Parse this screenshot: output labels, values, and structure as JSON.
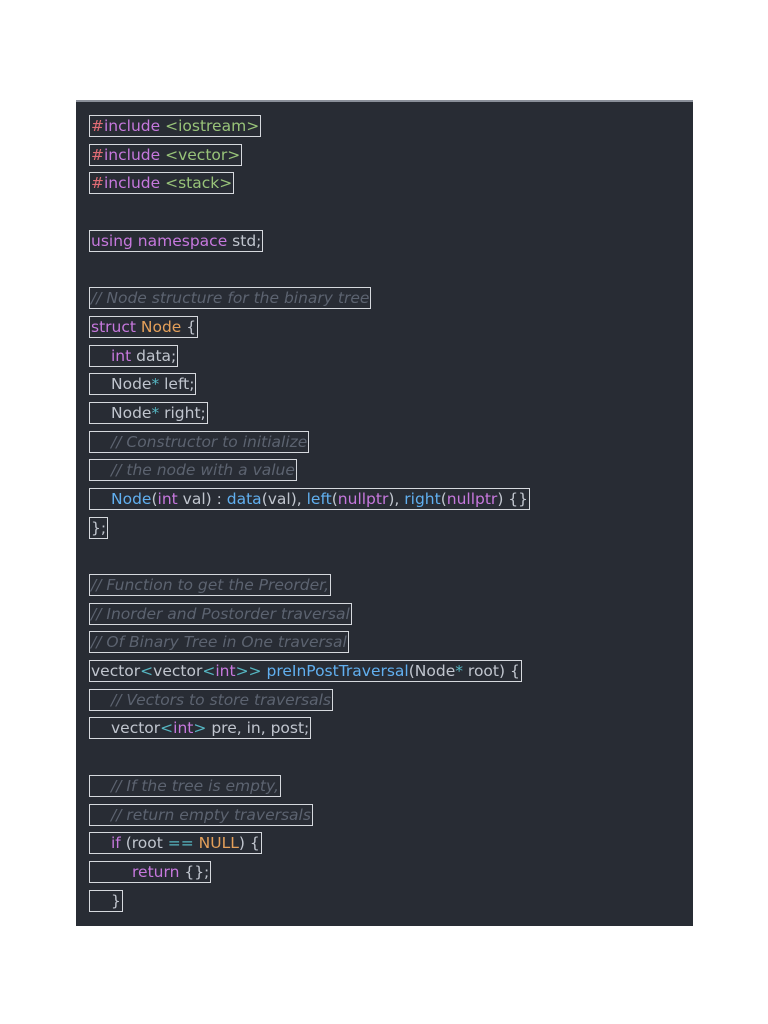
{
  "code_lines": [
    {
      "indent": 0,
      "tokens": [
        {
          "t": "#",
          "k": "pp"
        },
        {
          "t": "include",
          "k": "kw"
        },
        {
          "t": " <iostream>",
          "k": "str"
        }
      ]
    },
    {
      "indent": 0,
      "tokens": [
        {
          "t": "#",
          "k": "pp"
        },
        {
          "t": "include",
          "k": "kw"
        },
        {
          "t": " <vector>",
          "k": "str"
        }
      ]
    },
    {
      "indent": 0,
      "tokens": [
        {
          "t": "#",
          "k": "pp"
        },
        {
          "t": "include",
          "k": "kw"
        },
        {
          "t": " <stack>",
          "k": "str"
        }
      ]
    },
    {
      "indent": 0,
      "tokens": []
    },
    {
      "indent": 0,
      "tokens": [
        {
          "t": "using",
          "k": "kw"
        },
        {
          "t": " namespace",
          "k": "kw"
        },
        {
          "t": " std;",
          "k": "pl"
        }
      ]
    },
    {
      "indent": 0,
      "tokens": []
    },
    {
      "indent": 0,
      "tokens": [
        {
          "t": "// Node structure for the binary tree",
          "k": "cmt"
        }
      ]
    },
    {
      "indent": 0,
      "tokens": [
        {
          "t": "struct",
          "k": "kw"
        },
        {
          "t": " Node",
          "k": "cls"
        },
        {
          "t": " {",
          "k": "pl"
        }
      ]
    },
    {
      "indent": 1,
      "tokens": [
        {
          "t": "int",
          "k": "kw"
        },
        {
          "t": " data;",
          "k": "pl"
        }
      ]
    },
    {
      "indent": 1,
      "tokens": [
        {
          "t": "Node",
          "k": "pl"
        },
        {
          "t": "*",
          "k": "op"
        },
        {
          "t": " left;",
          "k": "pl"
        }
      ]
    },
    {
      "indent": 1,
      "tokens": [
        {
          "t": "Node",
          "k": "pl"
        },
        {
          "t": "*",
          "k": "op"
        },
        {
          "t": " right;",
          "k": "pl"
        }
      ]
    },
    {
      "indent": 1,
      "tokens": [
        {
          "t": "// Constructor to initialize",
          "k": "cmt"
        }
      ]
    },
    {
      "indent": 1,
      "tokens": [
        {
          "t": "// the node with a value",
          "k": "cmt"
        }
      ]
    },
    {
      "indent": 1,
      "tokens": [
        {
          "t": "Node",
          "k": "fn"
        },
        {
          "t": "(",
          "k": "pl"
        },
        {
          "t": "int",
          "k": "kw"
        },
        {
          "t": " val) : ",
          "k": "pl"
        },
        {
          "t": "data",
          "k": "fn"
        },
        {
          "t": "(val), ",
          "k": "pl"
        },
        {
          "t": "left",
          "k": "fn"
        },
        {
          "t": "(",
          "k": "pl"
        },
        {
          "t": "nullptr",
          "k": "kw"
        },
        {
          "t": "), ",
          "k": "pl"
        },
        {
          "t": "right",
          "k": "fn"
        },
        {
          "t": "(",
          "k": "pl"
        },
        {
          "t": "nullptr",
          "k": "kw"
        },
        {
          "t": ") {}",
          "k": "pl"
        }
      ]
    },
    {
      "indent": 0,
      "tokens": [
        {
          "t": "};",
          "k": "pl"
        }
      ]
    },
    {
      "indent": 0,
      "tokens": []
    },
    {
      "indent": 0,
      "tokens": [
        {
          "t": "// Function to get the Preorder,",
          "k": "cmt"
        }
      ]
    },
    {
      "indent": 0,
      "tokens": [
        {
          "t": "// Inorder and Postorder traversal",
          "k": "cmt"
        }
      ]
    },
    {
      "indent": 0,
      "tokens": [
        {
          "t": "// Of Binary Tree in One traversal",
          "k": "cmt"
        }
      ]
    },
    {
      "indent": 0,
      "tokens": [
        {
          "t": "vector",
          "k": "pl"
        },
        {
          "t": "<",
          "k": "op"
        },
        {
          "t": "vector",
          "k": "pl"
        },
        {
          "t": "<",
          "k": "op"
        },
        {
          "t": "int",
          "k": "kw"
        },
        {
          "t": ">>",
          "k": "op"
        },
        {
          "t": " preInPostTraversal",
          "k": "fn"
        },
        {
          "t": "(Node",
          "k": "pl"
        },
        {
          "t": "*",
          "k": "op"
        },
        {
          "t": " root) {",
          "k": "pl"
        }
      ]
    },
    {
      "indent": 1,
      "tokens": [
        {
          "t": "// Vectors to store traversals",
          "k": "cmt"
        }
      ]
    },
    {
      "indent": 1,
      "tokens": [
        {
          "t": "vector",
          "k": "pl"
        },
        {
          "t": "<",
          "k": "op"
        },
        {
          "t": "int",
          "k": "kw"
        },
        {
          "t": ">",
          "k": "op"
        },
        {
          "t": " pre, in, post;",
          "k": "pl"
        }
      ]
    },
    {
      "indent": 0,
      "tokens": []
    },
    {
      "indent": 1,
      "tokens": [
        {
          "t": "// If the tree is empty,",
          "k": "cmt"
        }
      ]
    },
    {
      "indent": 1,
      "tokens": [
        {
          "t": "// return empty traversals",
          "k": "cmt"
        }
      ]
    },
    {
      "indent": 1,
      "tokens": [
        {
          "t": "if",
          "k": "kw"
        },
        {
          "t": " (root ",
          "k": "pl"
        },
        {
          "t": "==",
          "k": "op"
        },
        {
          "t": " NULL",
          "k": "cls"
        },
        {
          "t": ") {",
          "k": "pl"
        }
      ]
    },
    {
      "indent": 2,
      "tokens": [
        {
          "t": "return",
          "k": "kw"
        },
        {
          "t": " {};",
          "k": "pl"
        }
      ]
    },
    {
      "indent": 1,
      "tokens": [
        {
          "t": "}",
          "k": "pl"
        }
      ]
    }
  ],
  "colors": {
    "background": "#282c34",
    "keyword": "#c678dd",
    "preprocessor": "#e06c75",
    "string": "#98c379",
    "function": "#61afef",
    "type": "#e5a05a",
    "operator": "#56b6c2",
    "comment": "#5c6370",
    "plain": "#c0c5ce"
  }
}
